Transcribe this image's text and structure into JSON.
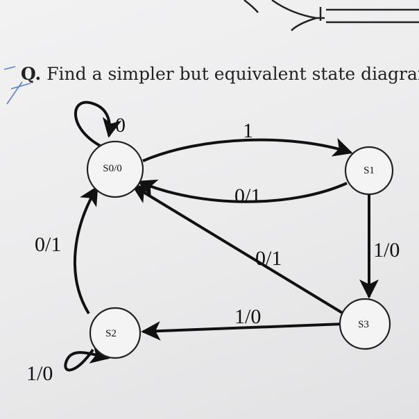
{
  "question": {
    "number": "Q.",
    "text": "Find a simpler but equivalent state diagram"
  },
  "states": {
    "s0": "S0/0",
    "s1": "S1",
    "s2": "S2",
    "s3": "S3"
  },
  "edges": {
    "s0_self": "0",
    "s0_s1": "1",
    "s1_s0": "0/1",
    "s1_s3": "1/0",
    "s3_s0": "0/1",
    "s3_s2": "1/0",
    "s2_s0": "0/1",
    "s2_self": "1/0"
  },
  "colors": {
    "ink": "#111111",
    "paper": "#eeeeef",
    "pen_mark": "#5a7fd6"
  }
}
